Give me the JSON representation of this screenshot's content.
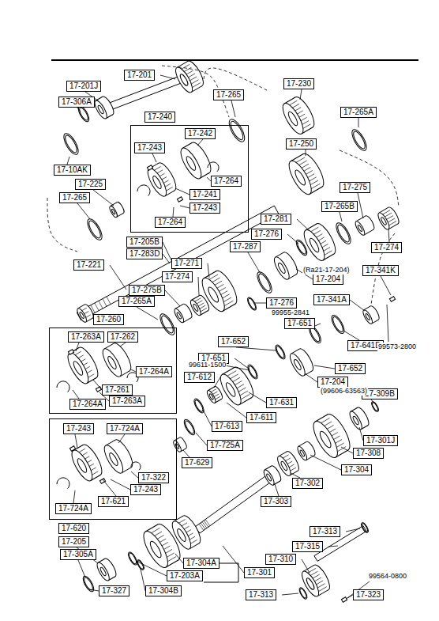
{
  "diagram": {
    "nodes": [
      {
        "text": [
          "17-201J"
        ]
      },
      {
        "text": [
          "17-201"
        ]
      },
      {
        "text": [
          "17-306A"
        ]
      },
      {
        "text": [
          "17-265"
        ]
      },
      {
        "text": [
          "17-230"
        ]
      },
      {
        "text": [
          "17-265A"
        ]
      },
      {
        "text": [
          "17-240"
        ]
      },
      {
        "text": [
          "17-242"
        ],
        "in": 6
      },
      {
        "text": [
          "17-243"
        ],
        "in": 6
      },
      {
        "text": [
          "17-264"
        ],
        "in": 6
      },
      {
        "text": [
          "17-241"
        ],
        "in": 6
      },
      {
        "text": [
          "17-243"
        ],
        "in": 6
      },
      {
        "text": [
          "17-264"
        ],
        "in": 6
      },
      {
        "text": [
          "17-250"
        ]
      },
      {
        "text": [
          "17-10AK"
        ]
      },
      {
        "text": [
          "17-275"
        ]
      },
      {
        "text": [
          "17-225"
        ]
      },
      {
        "text": [
          "17-265"
        ]
      },
      {
        "text": [
          "17-265B"
        ]
      },
      {
        "text": [
          "17-281"
        ]
      },
      {
        "text": [
          "17-276"
        ]
      },
      {
        "text": [
          "17-205B"
        ]
      },
      {
        "text": [
          "17-283D"
        ]
      },
      {
        "text": [
          "17-274"
        ]
      },
      {
        "text": [
          "17-287"
        ]
      },
      {
        "text": [
          "17-271"
        ]
      },
      {
        "text": [
          "17-221"
        ]
      },
      {
        "text": [
          "17-274"
        ]
      },
      {
        "text": [
          "17-341K"
        ]
      },
      {
        "text": [
          "17-204"
        ]
      },
      {
        "text": [
          "17-275B"
        ]
      },
      {
        "text": [
          "17-276"
        ]
      },
      {
        "text": [
          "17-341A"
        ]
      },
      {
        "text": [
          "17-265A"
        ]
      },
      {
        "text": [
          "17-651"
        ]
      },
      {
        "text": [
          "17-260"
        ]
      },
      {
        "text": [
          "17-263A"
        ],
        "in": 35
      },
      {
        "text": [
          "17-262"
        ],
        "in": 35
      },
      {
        "text": [
          "17-264A"
        ],
        "in": 35
      },
      {
        "text": [
          "17-261"
        ],
        "in": 35
      },
      {
        "text": [
          "17-263A"
        ],
        "in": 35
      },
      {
        "text": [
          "17-264A"
        ],
        "in": 35
      },
      {
        "text": [
          "17-652"
        ]
      },
      {
        "text": [
          "17-641D"
        ]
      },
      {
        "text": [
          "17-651"
        ]
      },
      {
        "text": [
          "17-612"
        ]
      },
      {
        "text": [
          "17-652"
        ]
      },
      {
        "text": [
          "17-204"
        ]
      },
      {
        "text": [
          "17-631"
        ]
      },
      {
        "text": [
          "17-309B"
        ]
      },
      {
        "text": [
          "17-611"
        ]
      },
      {
        "text": [
          "17-613"
        ]
      },
      {
        "text": [
          "17-301J"
        ]
      },
      {
        "text": [
          "17-620"
        ]
      },
      {
        "text": [
          "17-243"
        ],
        "in": 53
      },
      {
        "text": [
          "17-724A"
        ],
        "in": 53
      },
      {
        "text": [
          "17-322"
        ],
        "in": 53
      },
      {
        "text": [
          "17-243"
        ],
        "in": 53
      },
      {
        "text": [
          "17-621"
        ],
        "in": 53
      },
      {
        "text": [
          "17-724A"
        ],
        "in": 53
      },
      {
        "text": [
          "17-725A"
        ]
      },
      {
        "text": [
          "17-308"
        ]
      },
      {
        "text": [
          "17-629"
        ]
      },
      {
        "text": [
          "17-304"
        ]
      },
      {
        "text": [
          "17-302"
        ]
      },
      {
        "text": [
          "17-303"
        ]
      },
      {
        "text": [
          "17-313"
        ]
      },
      {
        "text": [
          "17-205"
        ]
      },
      {
        "text": [
          "17-315"
        ]
      },
      {
        "text": [
          "17-305A"
        ]
      },
      {
        "text": [
          "17-304A"
        ]
      },
      {
        "text": [
          "17-310"
        ]
      },
      {
        "text": [
          "17-301"
        ]
      },
      {
        "text": [
          "17-203A"
        ]
      },
      {
        "text": [
          "17-327"
        ]
      },
      {
        "text": [
          "17-304B"
        ]
      },
      {
        "text": [
          "17-313"
        ]
      },
      {
        "text": [
          "17-323"
        ]
      }
    ],
    "labels": [
      "(Ra21-17-204)",
      "99955-2841",
      "99611-1500",
      "(99606-63563)",
      "99573-2800",
      "99564-0800"
    ]
  }
}
